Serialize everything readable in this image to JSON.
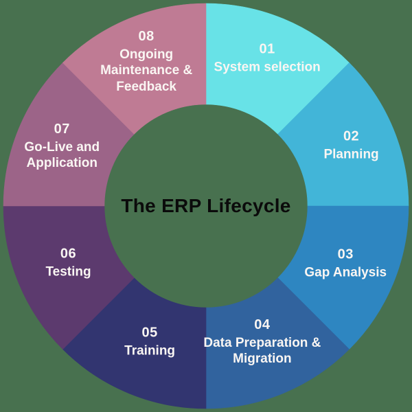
{
  "background_color": "#48714F",
  "chart_data": {
    "type": "pie",
    "variant": "donut",
    "title": "The ERP Lifecycle",
    "title_color": "#0B0B0B",
    "label_color": "#FAF6F3",
    "direction": "clockwise",
    "start_angle_deg": 0,
    "outer_radius": 295,
    "inner_radius": 148,
    "segments": [
      {
        "number": "01",
        "label": "System selection",
        "value": 12.5,
        "color": "#68E2E7",
        "label_radius": 233
      },
      {
        "number": "02",
        "label": "Planning",
        "value": 12.5,
        "color": "#42B5D8",
        "label_radius": 229
      },
      {
        "number": "03",
        "label": "Gap Analysis",
        "value": 12.5,
        "color": "#2E86C1",
        "label_radius": 220
      },
      {
        "number": "04",
        "label": "Data Preparation &\nMigration",
        "value": 12.5,
        "color": "#31639E",
        "label_radius": 214
      },
      {
        "number": "05",
        "label": "Training",
        "value": 12.5,
        "color": "#323570",
        "label_radius": 214
      },
      {
        "number": "06",
        "label": "Testing",
        "value": 12.5,
        "color": "#5C3A6E",
        "label_radius": 217
      },
      {
        "number": "07",
        "label": "Go-Live and\nApplication",
        "value": 12.5,
        "color": "#9C6488",
        "label_radius": 227
      },
      {
        "number": "08",
        "label": "Ongoing\nMaintenance &\nFeedback",
        "value": 12.5,
        "color": "#BF7B94",
        "label_radius": 227
      }
    ]
  }
}
